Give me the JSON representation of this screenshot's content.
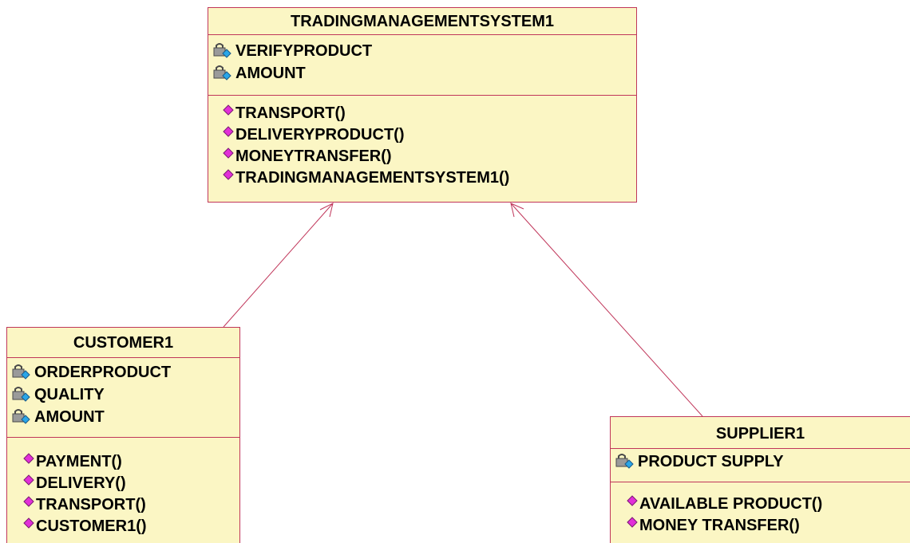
{
  "diagram": {
    "line_color": "#c0365a",
    "class_fill": "#fbf6c4",
    "icons": {
      "attribute": "attribute-lock-icon",
      "operation": "operation-diamond-icon"
    },
    "classes": {
      "tms": {
        "name": "TRADINGMANAGEMENTSYSTEM1",
        "attributes": [
          "VERIFYPRODUCT",
          "AMOUNT"
        ],
        "operations": [
          "TRANSPORT()",
          "DELIVERYPRODUCT()",
          "MONEYTRANSFER()",
          "TRADINGMANAGEMENTSYSTEM1()"
        ]
      },
      "customer": {
        "name": "CUSTOMER1",
        "attributes": [
          "ORDERPRODUCT",
          "QUALITY",
          "AMOUNT"
        ],
        "operations": [
          "PAYMENT()",
          "DELIVERY()",
          "TRANSPORT()",
          "CUSTOMER1()"
        ]
      },
      "supplier": {
        "name": "SUPPLIER1",
        "attributes": [
          "PRODUCT SUPPLY"
        ],
        "operations": [
          "AVAILABLE PRODUCT()",
          "MONEY TRANSFER()"
        ]
      }
    },
    "relations": [
      {
        "type": "generalization",
        "from": "CUSTOMER1",
        "to": "TRADINGMANAGEMENTSYSTEM1"
      },
      {
        "type": "generalization",
        "from": "SUPPLIER1",
        "to": "TRADINGMANAGEMENTSYSTEM1"
      }
    ]
  }
}
